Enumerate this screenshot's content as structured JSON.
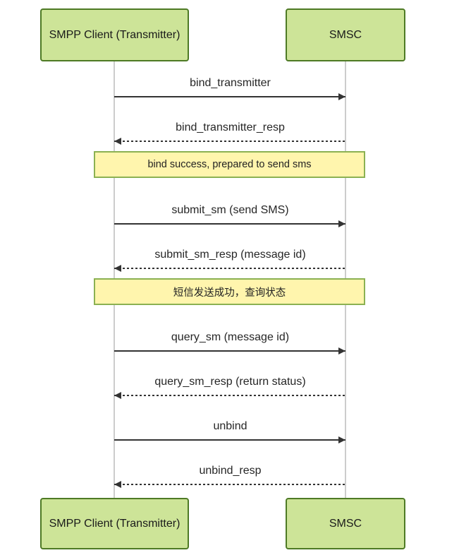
{
  "diagram": {
    "type": "sequence",
    "participants": [
      {
        "id": "client",
        "name": "SMPP Client (Transmitter)"
      },
      {
        "id": "smsc",
        "name": "SMSC"
      }
    ],
    "sequence": [
      {
        "kind": "message",
        "from": "client",
        "to": "smsc",
        "style": "solid",
        "text": "bind_transmitter"
      },
      {
        "kind": "message",
        "from": "smsc",
        "to": "client",
        "style": "dashed",
        "text": "bind_transmitter_resp"
      },
      {
        "kind": "note",
        "text": "bind success, prepared to send sms"
      },
      {
        "kind": "message",
        "from": "client",
        "to": "smsc",
        "style": "solid",
        "text": "submit_sm (send SMS)"
      },
      {
        "kind": "message",
        "from": "smsc",
        "to": "client",
        "style": "dashed",
        "text": "submit_sm_resp (message id)"
      },
      {
        "kind": "note",
        "text": "短信发送成功，查询状态"
      },
      {
        "kind": "message",
        "from": "client",
        "to": "smsc",
        "style": "solid",
        "text": "query_sm (message id)"
      },
      {
        "kind": "message",
        "from": "smsc",
        "to": "client",
        "style": "dashed",
        "text": "query_sm_resp (return status)"
      },
      {
        "kind": "message",
        "from": "client",
        "to": "smsc",
        "style": "solid",
        "text": "unbind"
      },
      {
        "kind": "message",
        "from": "smsc",
        "to": "client",
        "style": "dashed",
        "text": "unbind_resp"
      }
    ],
    "colors": {
      "actor_fill": "#cde498",
      "actor_border": "#4e7a25",
      "note_fill": "#fff5ad",
      "note_border": "#8bb152",
      "line": "#333333",
      "lifeline": "#cccccc"
    }
  }
}
